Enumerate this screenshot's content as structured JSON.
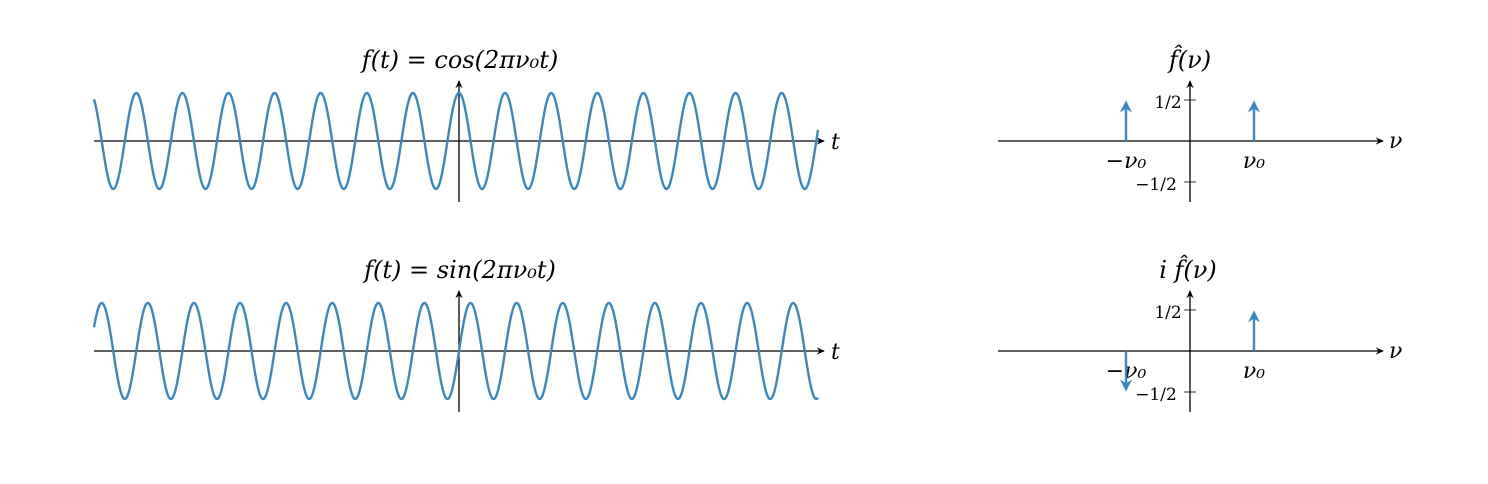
{
  "colors": {
    "signal": "#3b87c0",
    "axis": "#000000"
  },
  "time_panels": [
    {
      "id": "cos",
      "title_text": "f(t) = cos(2πν₀t)",
      "axis_label": "t",
      "function": "cos"
    },
    {
      "id": "sin",
      "title_text": "f(t) = sin(2πν₀t)",
      "axis_label": "t",
      "function": "sin"
    }
  ],
  "freq_panels": [
    {
      "id": "cos-ft",
      "title_text": "f̂(ν)",
      "axis_label": "ν",
      "ytick_labels": [
        "1/2",
        "−1/2"
      ],
      "xtick_labels": [
        "−ν₀",
        "ν₀"
      ],
      "deltas": [
        {
          "at": -1,
          "weight": 0.5
        },
        {
          "at": 1,
          "weight": 0.5
        }
      ]
    },
    {
      "id": "sin-ft",
      "title_text": "i f̂(ν)",
      "axis_label": "ν",
      "ytick_labels": [
        "1/2",
        "−1/2"
      ],
      "xtick_labels": [
        "−ν₀",
        "ν₀"
      ],
      "deltas": [
        {
          "at": -1,
          "weight": -0.5
        },
        {
          "at": 1,
          "weight": 0.5
        }
      ]
    }
  ]
}
